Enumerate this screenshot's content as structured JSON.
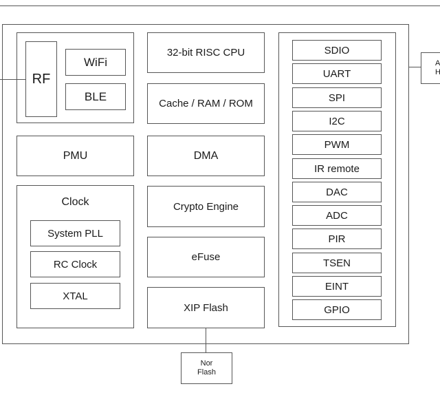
{
  "rf_group": {
    "rf": "RF",
    "wifi": "WiFi",
    "ble": "BLE"
  },
  "pmu": "PMU",
  "clock_group": {
    "title": "Clock",
    "items": [
      "System PLL",
      "RC Clock",
      "XTAL"
    ]
  },
  "center_blocks": [
    "32-bit RISC CPU",
    "Cache / RAM / ROM",
    "DMA",
    "Crypto Engine",
    "eFuse",
    "XIP Flash"
  ],
  "peripherals": [
    "SDIO",
    "UART",
    "SPI",
    "I2C",
    "PWM",
    "IR remote",
    "DAC",
    "ADC",
    "PIR",
    "TSEN",
    "EINT",
    "GPIO"
  ],
  "external": {
    "nor_flash_line1": "Nor",
    "nor_flash_line2": "Flash",
    "host_partial_line1": "A",
    "host_partial_line2": "H"
  },
  "colors": {
    "border": "#555555",
    "background": "#ffffff",
    "text": "#1a1a1a"
  }
}
